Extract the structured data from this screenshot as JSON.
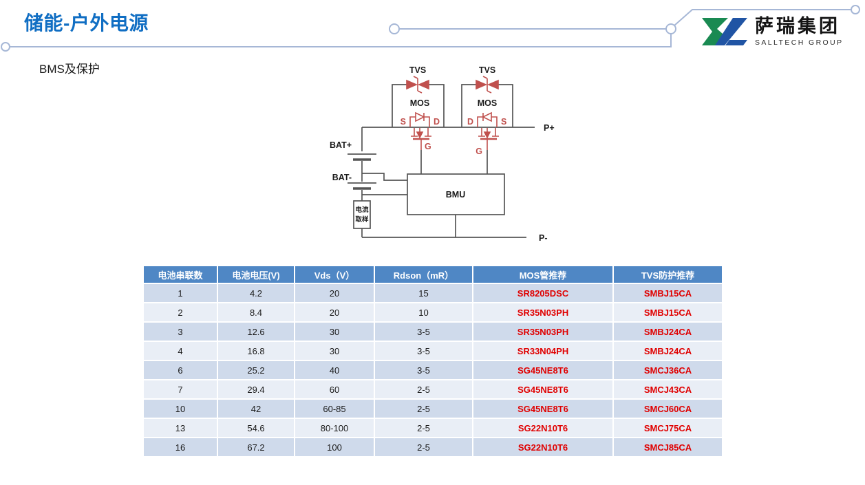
{
  "page": {
    "title": "储能-户外电源",
    "subtitle": "BMS及保护"
  },
  "logo": {
    "name_cn": "萨瑞集团",
    "name_en": "SALLTECH GROUP",
    "mark_green": "#1A8A52",
    "mark_blue": "#2054A4"
  },
  "colors": {
    "title_blue": "#106EC3",
    "table_header_blue": "#4F87C5",
    "table_row_dark": "#CFDAEB",
    "table_row_light": "#E9EEF6",
    "table_red_text": "#E00000",
    "circuit_red": "#C0504D",
    "circuit_wire": "#555555",
    "decor_line": "#A6B7D6"
  },
  "circuit": {
    "labels": {
      "tvs": "TVS",
      "mos": "MOS",
      "bat_plus": "BAT+",
      "bat_minus": "BAT-",
      "bmu": "BMU",
      "p_plus": "P+",
      "p_minus": "P-",
      "current_sample_line1": "电流",
      "current_sample_line2": "取样",
      "s": "S",
      "d": "D",
      "g": "G"
    }
  },
  "table": {
    "headers": [
      "电池串联数",
      "电池电压(V)",
      "Vds（V）",
      "Rdson（mR）",
      "MOS管推荐",
      "TVS防护推荐"
    ],
    "row_keys": [
      "series",
      "voltage",
      "vds",
      "rdson",
      "mos",
      "tvs"
    ],
    "red_columns": [
      4,
      5
    ],
    "rows": [
      {
        "series": "1",
        "voltage": "4.2",
        "vds": "20",
        "rdson": "15",
        "mos": "SR8205DSC",
        "tvs": "SMBJ15CA"
      },
      {
        "series": "2",
        "voltage": "8.4",
        "vds": "20",
        "rdson": "10",
        "mos": "SR35N03PH",
        "tvs": "SMBJ15CA"
      },
      {
        "series": "3",
        "voltage": "12.6",
        "vds": "30",
        "rdson": "3-5",
        "mos": "SR35N03PH",
        "tvs": "SMBJ24CA"
      },
      {
        "series": "4",
        "voltage": "16.8",
        "vds": "30",
        "rdson": "3-5",
        "mos": "SR33N04PH",
        "tvs": "SMBJ24CA"
      },
      {
        "series": "6",
        "voltage": "25.2",
        "vds": "40",
        "rdson": "3-5",
        "mos": "SG45NE8T6",
        "tvs": "SMCJ36CA"
      },
      {
        "series": "7",
        "voltage": "29.4",
        "vds": "60",
        "rdson": "2-5",
        "mos": "SG45NE8T6",
        "tvs": "SMCJ43CA"
      },
      {
        "series": "10",
        "voltage": "42",
        "vds": "60-85",
        "rdson": "2-5",
        "mos": "SG45NE8T6",
        "tvs": "SMCJ60CA"
      },
      {
        "series": "13",
        "voltage": "54.6",
        "vds": "80-100",
        "rdson": "2-5",
        "mos": "SG22N10T6",
        "tvs": "SMCJ75CA"
      },
      {
        "series": "16",
        "voltage": "67.2",
        "vds": "100",
        "rdson": "2-5",
        "mos": "SG22N10T6",
        "tvs": "SMCJ85CA"
      }
    ]
  }
}
